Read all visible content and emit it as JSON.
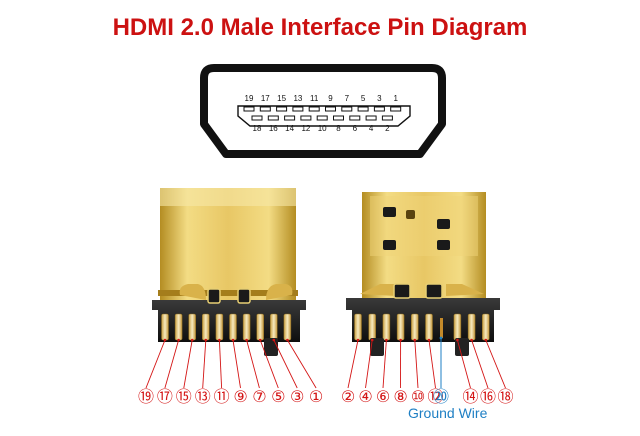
{
  "title": "HDMI 2.0 Male Interface Pin Diagram",
  "colors": {
    "title": "#cc1111",
    "pin_label": "#d41515",
    "ground": "#1e7fc4",
    "outline": "#111111",
    "gold_light": "#f3dc84",
    "gold_dark": "#b48d22",
    "plastic": "#1c1c1c"
  },
  "outline_top_row": [
    "19",
    "17",
    "15",
    "13",
    "11",
    "9",
    "7",
    "5",
    "3",
    "1"
  ],
  "outline_bottom_row": [
    "18",
    "16",
    "14",
    "12",
    "10",
    "8",
    "6",
    "4",
    "2"
  ],
  "left_connector_pins": [
    "⑲",
    "⑰",
    "⑮",
    "⑬",
    "⑪",
    "⑨",
    "⑦",
    "⑤",
    "③",
    "①"
  ],
  "right_connector_pins": [
    "②",
    "④",
    "⑥",
    "⑧",
    "⑩",
    "⑫",
    "⑳",
    "⑭",
    "⑯",
    "⑱"
  ],
  "ground_pin": "⑳",
  "ground_label": "Ground Wire"
}
